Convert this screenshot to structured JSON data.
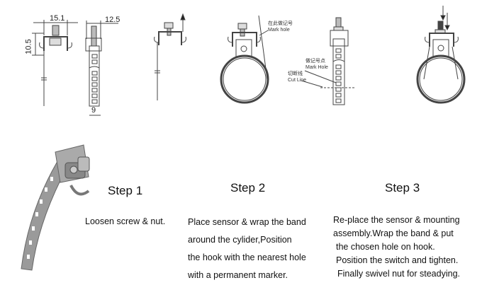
{
  "diagrams": {
    "dims": {
      "width_bracket": "15.1",
      "height_bracket": "10.5",
      "width_band_top": "12.5",
      "width_band": "9"
    },
    "mark_hole_1": {
      "cn": "在此做记号",
      "en": "Mark hole"
    },
    "mark_hole_2": {
      "cn": "做记号点",
      "en": "Mark Hole"
    },
    "cut_line": {
      "cn": "切断线",
      "en": "Cut Line"
    }
  },
  "steps": [
    {
      "title": "Step 1",
      "lines": [
        "Loosen screw & nut."
      ]
    },
    {
      "title": "Step 2",
      "lines": [
        "Place sensor & wrap the band",
        "around the cylider,Position",
        "the hook with the nearest hole",
        "with a permanent marker."
      ]
    },
    {
      "title": "Step 3",
      "lines": [
        "Re-place the sensor & mounting",
        "assembly.Wrap the band & put",
        "the chosen hole on hook.",
        "Position the switch and tighten.",
        "Finally swivel nut for steadying."
      ]
    }
  ]
}
